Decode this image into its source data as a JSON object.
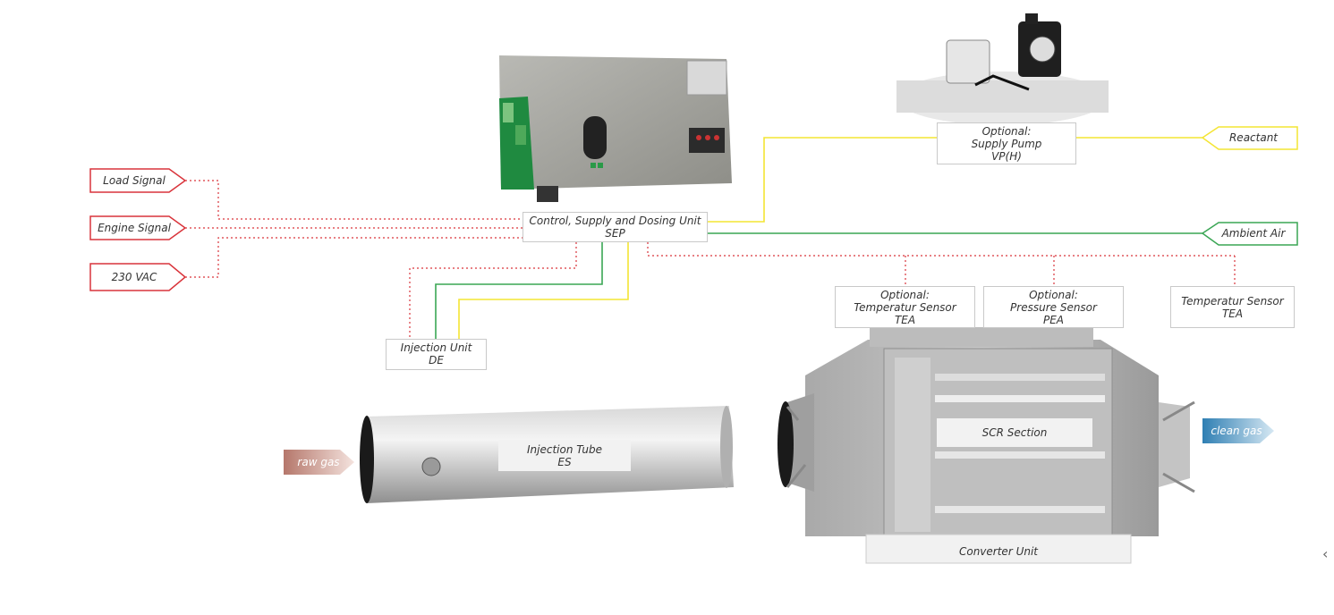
{
  "colors": {
    "red_signal": "#d9343b",
    "yellow_line": "#f4e534",
    "green_line": "#3aa654",
    "label_border": "#c9c9c9",
    "raw_gas": "#c98f82",
    "clean_gas": "#3f8fc0"
  },
  "inputs": {
    "load_signal": "Load Signal",
    "engine_signal": "Engine Signal",
    "vac": "230 VAC",
    "reactant": "Reactant",
    "ambient_air": "Ambient Air"
  },
  "labels": {
    "sep_line1": "Control, Supply and Dosing Unit",
    "sep_line2": "SEP",
    "pump_line1": "Optional:",
    "pump_line2": "Supply Pump",
    "pump_line3": "VP(H)",
    "de_line1": "Injection Unit",
    "de_line2": "DE",
    "tea_opt_line1": "Optional:",
    "tea_opt_line2": "Temperatur Sensor",
    "tea_opt_line3": "TEA",
    "pea_line1": "Optional:",
    "pea_line2": "Pressure Sensor",
    "pea_line3": "PEA",
    "tea_line1": "Temperatur Sensor",
    "tea_line2": "TEA",
    "es_line1": "Injection Tube",
    "es_line2": "ES",
    "scr": "SCR Section",
    "converter": "Converter Unit"
  },
  "flow": {
    "raw_gas": "raw gas",
    "clean_gas": "clean gas"
  },
  "nav": {
    "back_arrow": "‹"
  },
  "icons": [
    "arrow-left-icon"
  ]
}
